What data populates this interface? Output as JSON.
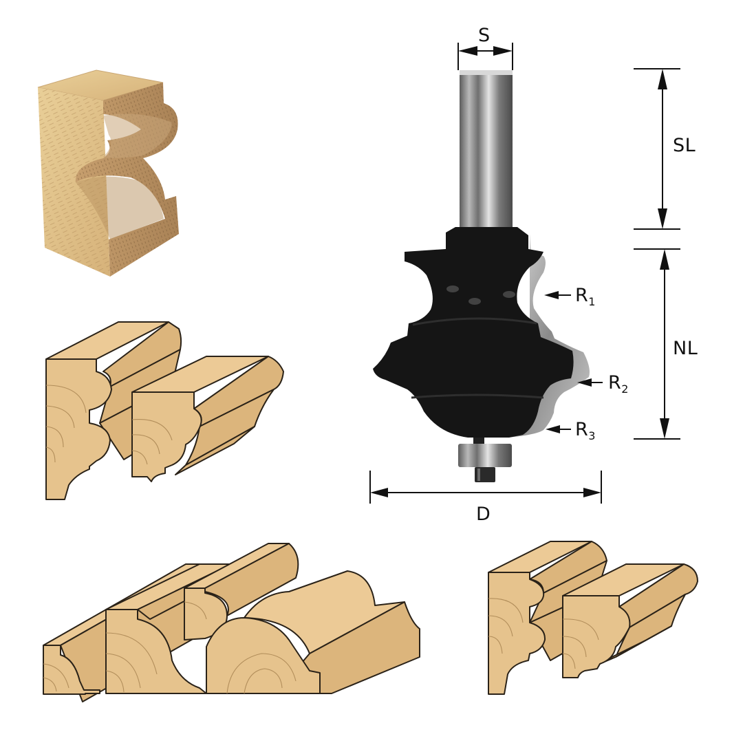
{
  "diagram": {
    "subject": "Router bit dimension diagram with sample molding profiles",
    "dimensions": {
      "shank_diameter": {
        "label": "S"
      },
      "shank_length": {
        "label": "SL"
      },
      "neck_length": {
        "label": "NL"
      },
      "cutting_diameter": {
        "label": "D"
      }
    },
    "radii": [
      {
        "label": "R",
        "subscript": "1"
      },
      {
        "label": "R",
        "subscript": "2"
      },
      {
        "label": "R",
        "subscript": "3"
      }
    ],
    "illustrations": [
      {
        "name": "photo-wood-block",
        "description": "Oak block cut with the profile"
      },
      {
        "name": "molding-pair-left",
        "description": "Two molding profiles, middle-left"
      },
      {
        "name": "molding-group-bottom",
        "description": "Four separate molding profiles, bottom-left"
      },
      {
        "name": "molding-pair-right",
        "description": "Two molding profiles, bottom-right"
      }
    ],
    "colors": {
      "background": "#ffffff",
      "wood": "#e6c38d",
      "wood_outline": "#2a2218",
      "cutter_body": "#151515",
      "steel": "#9a9a9a",
      "dimension_line": "#111111"
    }
  }
}
